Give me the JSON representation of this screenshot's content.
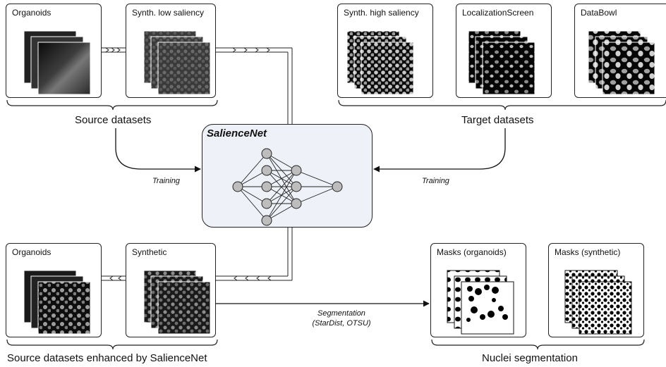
{
  "source_datasets": {
    "label": "Source datasets",
    "cards": [
      {
        "title": "Organoids"
      },
      {
        "title": "Synth. low saliency"
      }
    ]
  },
  "target_datasets": {
    "label": "Target datasets",
    "cards": [
      {
        "title": "Synth. high saliency"
      },
      {
        "title": "LocalizationScreen"
      },
      {
        "title": "DataBowl"
      }
    ]
  },
  "network": {
    "title": "SalienceNet"
  },
  "edges": {
    "training_left": "Training",
    "training_right": "Training",
    "segmentation_line1": "Segmentation",
    "segmentation_line2": "(StarDist, OTSU)"
  },
  "enhanced_datasets": {
    "label": "Source datasets enhanced by SalienceNet",
    "cards": [
      {
        "title": "Organoids"
      },
      {
        "title": "Synthetic"
      }
    ]
  },
  "nuclei_segmentation": {
    "label": "Nuclei segmentation",
    "cards": [
      {
        "title": "Masks (organoids)"
      },
      {
        "title": "Masks (synthetic)"
      }
    ]
  }
}
